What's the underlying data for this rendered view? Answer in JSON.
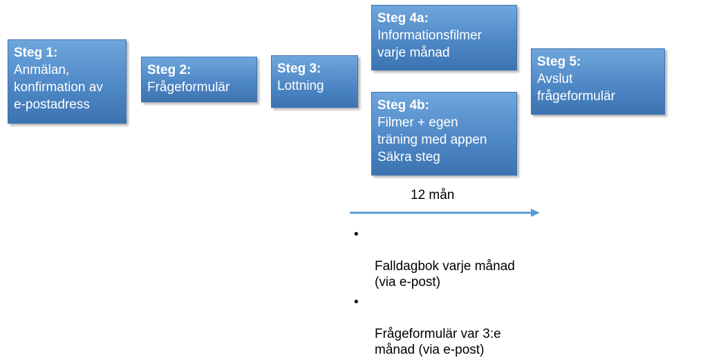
{
  "steps": [
    {
      "title": "Steg 1:",
      "text": "Anmälan,\nkonfirmation av\ne-postadress"
    },
    {
      "title": "Steg 2:",
      "text": "Frågeformulär"
    },
    {
      "title": "Steg 3:",
      "text": "Lottning"
    },
    {
      "title": "Steg 4a:",
      "text": "Informationsfilmer\nvarje månad"
    },
    {
      "title": "Steg 4b:",
      "text": "Filmer + egen\nträning med appen\nSäkra steg"
    },
    {
      "title": "Steg 5:",
      "text": "Avslut\nfrågeformulär"
    }
  ],
  "timeline": {
    "duration_label": "12 mån"
  },
  "notes": {
    "bullet_symbol": "•",
    "items": [
      "Falldagbok varje månad\n (via e-post)",
      "Frågeformulär var 3:e\nmånad (via e-post)"
    ]
  },
  "colors": {
    "box_fill_top": "#6fa6dc",
    "box_fill_bottom": "#3c74b2",
    "arrow": "#5b9bd5"
  }
}
